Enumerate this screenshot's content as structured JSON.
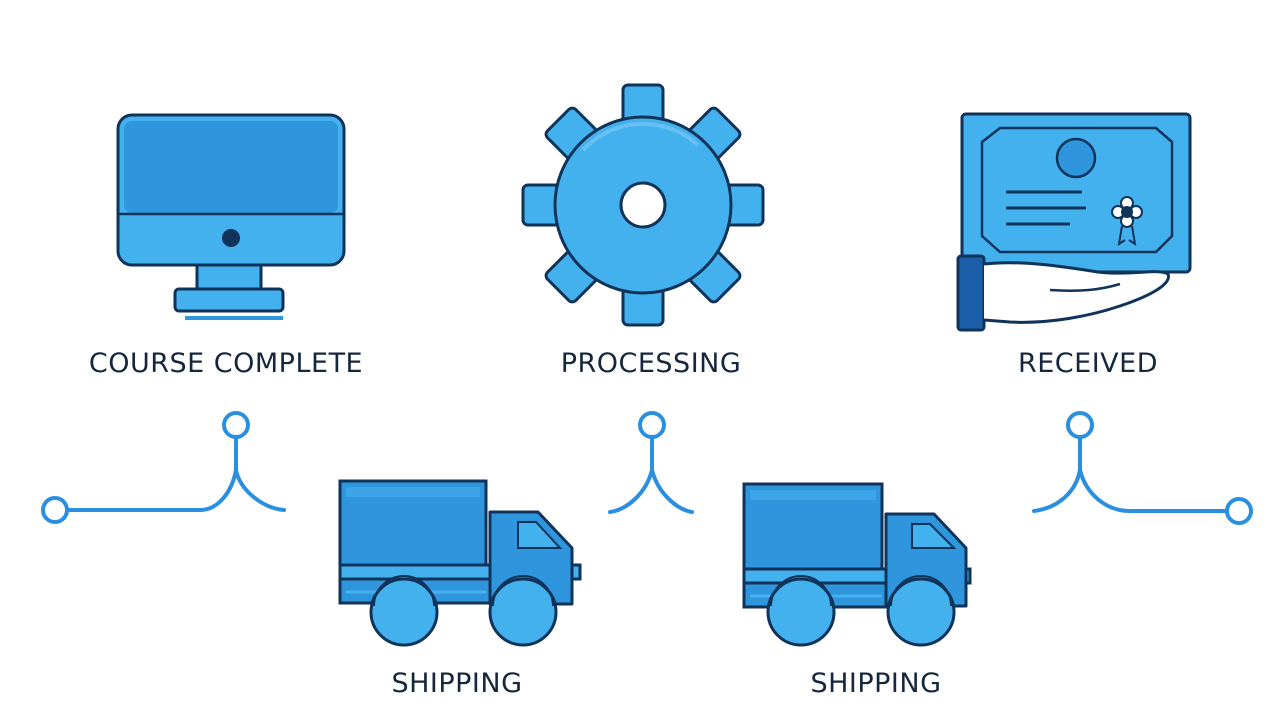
{
  "colors": {
    "fill_light": "#44b1ef",
    "fill_mid": "#2f95dd",
    "fill_dark": "#1a6fc4",
    "stroke": "#10335a",
    "connector": "#2b8fe0",
    "label_text": "#15263d"
  },
  "steps": [
    {
      "label": "COURSE COMPLETE",
      "icon": "computer-monitor-icon"
    },
    {
      "label": "PROCESSING",
      "icon": "gear-icon"
    },
    {
      "label": "RECEIVED",
      "icon": "certificate-in-hand-icon"
    },
    {
      "label": "SHIPPING",
      "icon": "delivery-truck-icon"
    },
    {
      "label": "SHIPPING",
      "icon": "delivery-truck-icon"
    }
  ]
}
